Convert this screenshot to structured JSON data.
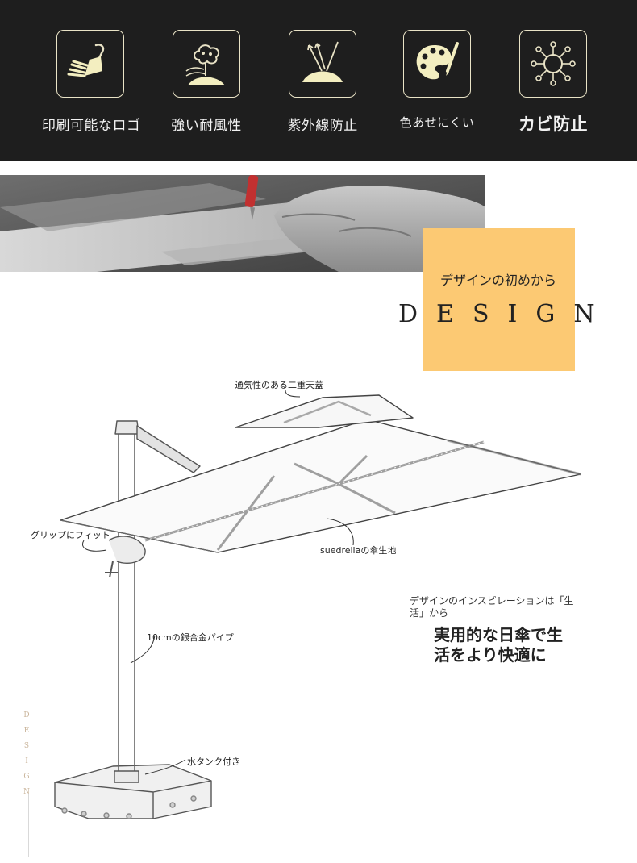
{
  "features": [
    {
      "label": "印刷可能なロゴ",
      "icon": "brush-logo-icon"
    },
    {
      "label": "強い耐風性",
      "icon": "wind-resistance-icon"
    },
    {
      "label": "紫外線防止",
      "icon": "uv-protection-icon"
    },
    {
      "label": "色あせにくい",
      "icon": "palette-icon"
    },
    {
      "label": "カビ防止",
      "icon": "anti-mold-icon"
    }
  ],
  "design": {
    "subtitle": "デザインの初めから",
    "word": "DESIGN",
    "vertical_word": "DESIGN"
  },
  "callouts": {
    "canopy": "通気性のある二重天蓋",
    "grip": "グリップにフィット",
    "fabric": "suedrellaの傘生地",
    "pipe": "10cmの銀合金パイプ",
    "tank": "水タンク付き"
  },
  "quote": {
    "small": "デザインのインスピレーションは「生活」から",
    "big_line1": "実用的な日傘で生",
    "big_line2": "活をより快適に"
  },
  "colors": {
    "topbar": "#1e1e1e",
    "icon_stroke": "#e9e3c6",
    "icon_fill": "#f3eec0",
    "accent": "#fcc973"
  }
}
